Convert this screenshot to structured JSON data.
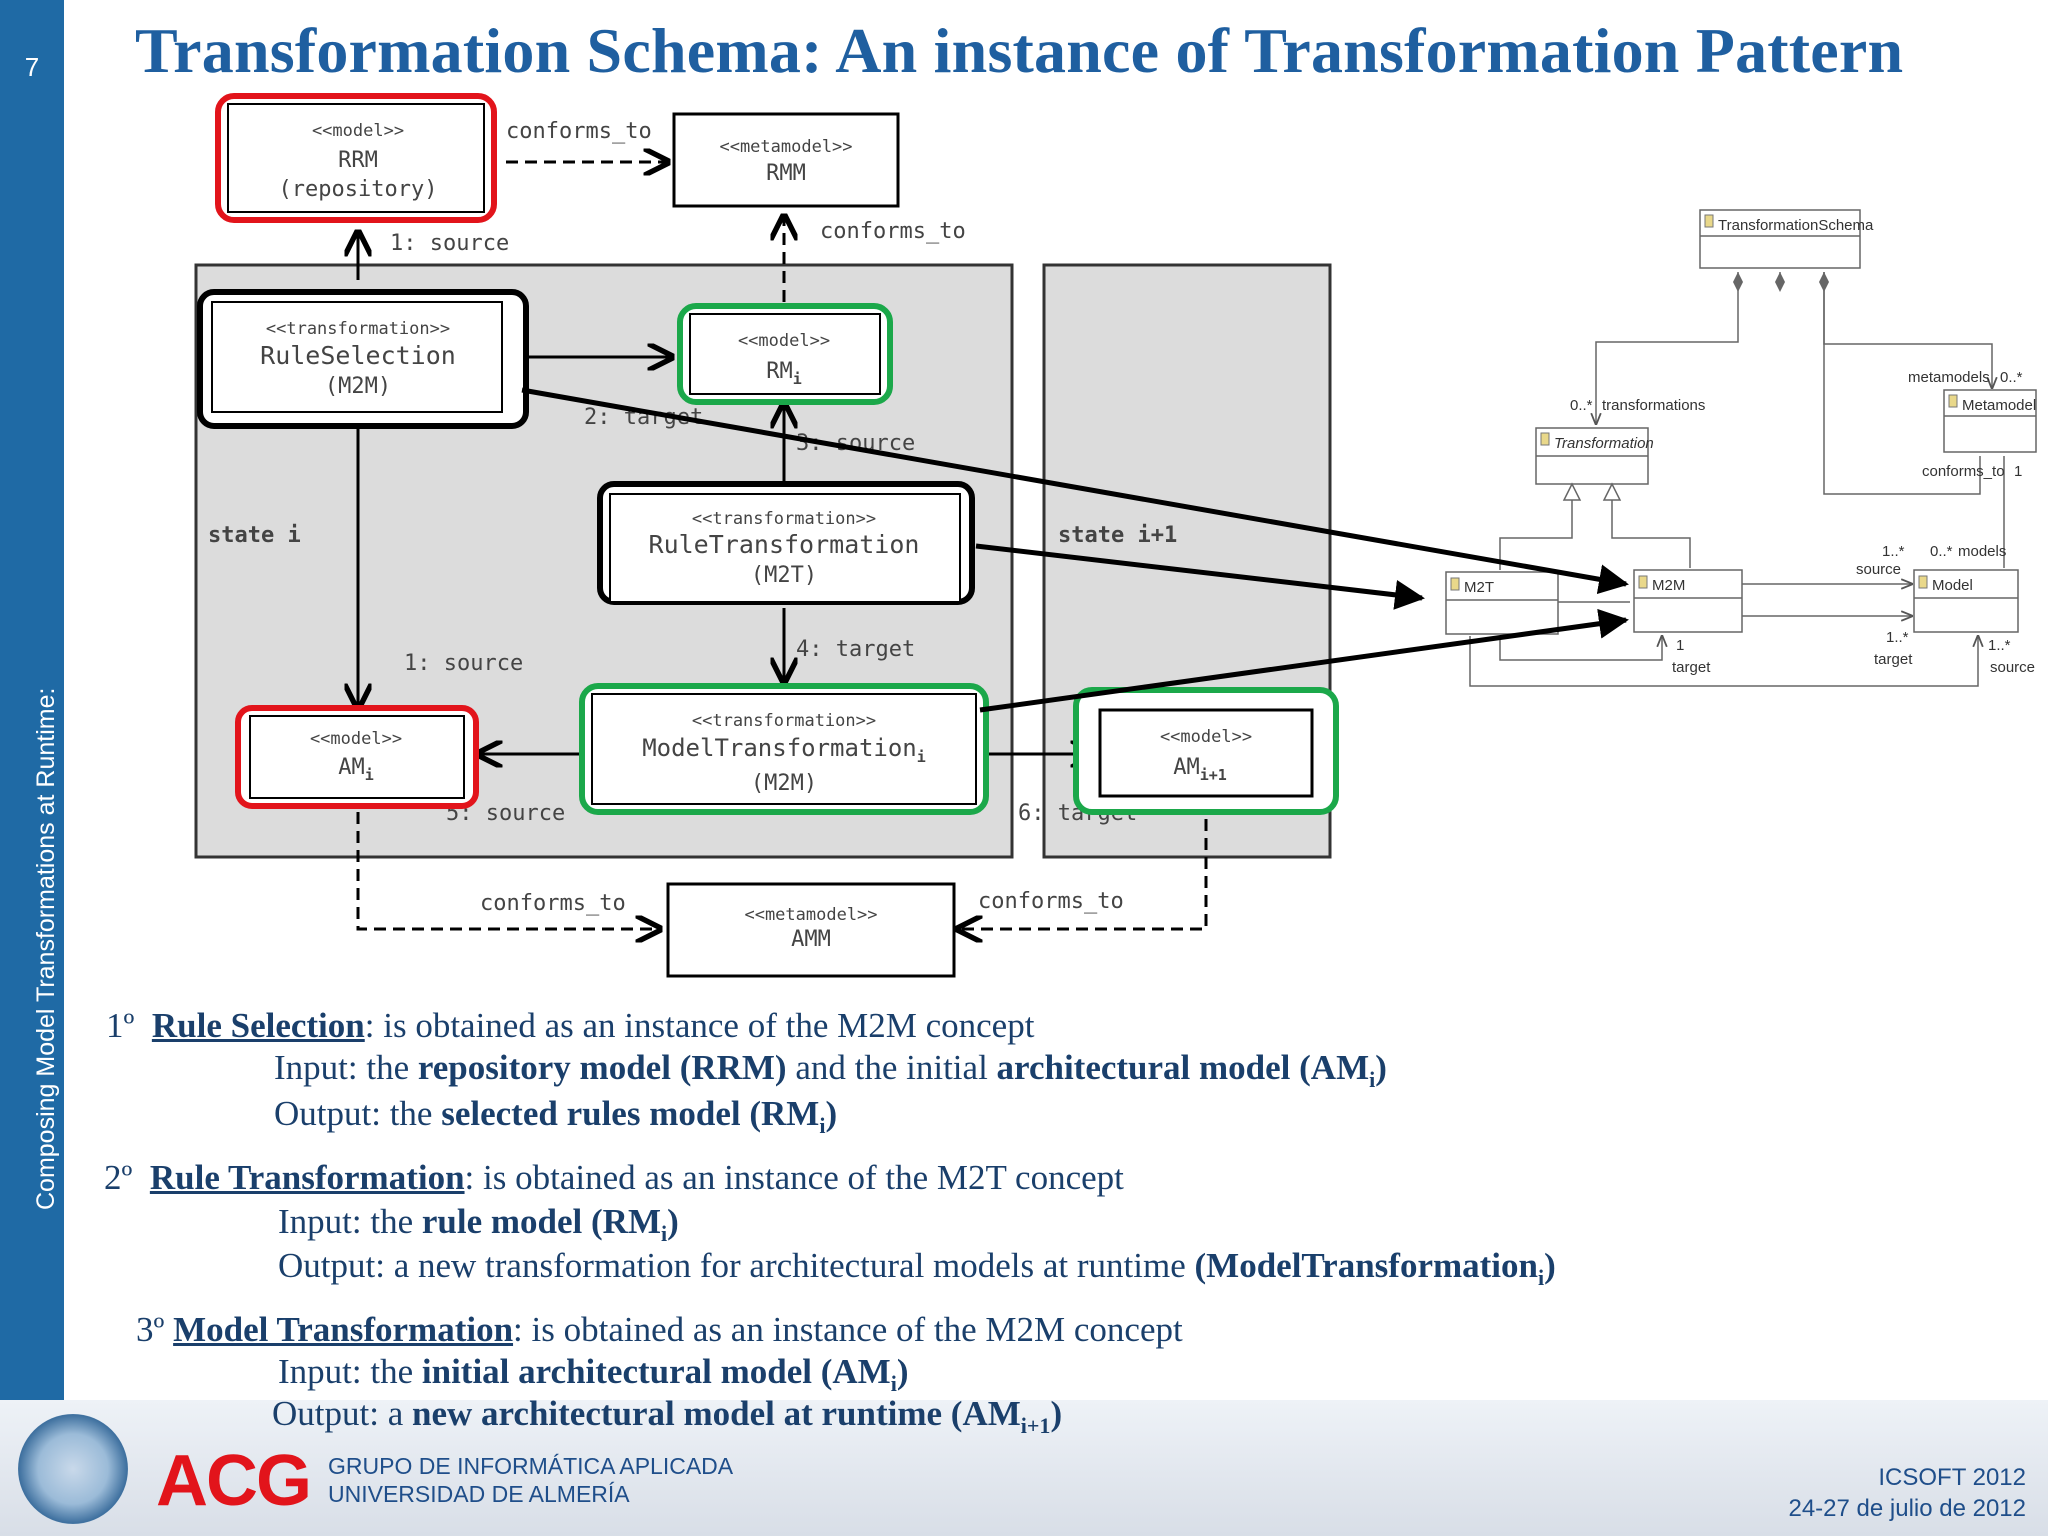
{
  "slide": {
    "number": "7",
    "side_title": "Composing Model Transformations at Runtime:",
    "title": "Transformation Schema: An instance of Transformation Pattern"
  },
  "diagram": {
    "rrm": {
      "stereo": "<<model>>",
      "name": "RRM",
      "sub": "(repository)"
    },
    "rmm": {
      "stereo": "<<metamodel>>",
      "name": "RMM"
    },
    "ruleselection": {
      "stereo": "<<transformation>>",
      "name": "RuleSelection",
      "sub": "(M2M)"
    },
    "rm": {
      "stereo": "<<model>>",
      "name": "RM",
      "idx": "i"
    },
    "ruletransformation": {
      "stereo": "<<transformation>>",
      "name": "RuleTransformation",
      "sub": "(M2T)"
    },
    "ami": {
      "stereo": "<<model>>",
      "name": "AM",
      "idx": "i"
    },
    "modeltransformation": {
      "stereo": "<<transformation>>",
      "name": "ModelTransformation",
      "idx": "i",
      "sub": "(M2M)"
    },
    "ami1": {
      "stereo": "<<model>>",
      "name": "AM",
      "idx": "i+1"
    },
    "amm": {
      "stereo": "<<metamodel>>",
      "name": "AMM"
    },
    "labels": {
      "conforms_to": "conforms_to",
      "src1_top": "1: source",
      "src1_left": "1: source",
      "target2": "2: target",
      "source3": "3: source",
      "target4": "4: target",
      "source5": "5: source",
      "target6": "6: target",
      "state_i": "state i",
      "state_i1": "state i+1"
    }
  },
  "uml": {
    "schema": "TransformationSchema",
    "transformation": "Transformation",
    "metamodel": "Metamodel",
    "m2t": "M2T",
    "m2m": "M2M",
    "model": "Model",
    "l_0star": "0..*",
    "l_transformations": "transformations",
    "l_metamodels": "metamodels",
    "l_0star_b": "0..*",
    "l_conforms": "conforms_to",
    "l_one": "1",
    "l_1star_src": "1..*",
    "l_source": "source",
    "l_0star_models": "0..*",
    "l_models": "models",
    "l_one_b": "1",
    "l_target": "target",
    "l_1star_tgt": "1..*",
    "l_target_b": "target",
    "l_1star_s": "1..*",
    "l_source_b": "source"
  },
  "steps": [
    {
      "num": "1º",
      "name": "Rule Selection",
      "desc": ": is obtained as an instance of  the M2M concept",
      "in_pre": "Input:  the ",
      "in_b1": "repository model (RRM)",
      "in_mid": " and the initial ",
      "in_b2": "architectural model (AM",
      "in_sub": "i",
      "in_end": ")",
      "out_pre": "Output:  the ",
      "out_b": "selected rules model (RM",
      "out_sub": "i",
      "out_end": ")"
    },
    {
      "num": "2º",
      "name": "Rule Transformation",
      "desc": ": is obtained as an instance of  the M2T concept",
      "in_pre": "Input:  the ",
      "in_b": "rule model (RM",
      "in_sub": "i",
      "in_end": ")",
      "out_pre": "Output:  a new transformation for architectural models at runtime ",
      "out_b": "(ModelTransformation",
      "out_sub": "i",
      "out_end": ")"
    },
    {
      "num": "3º",
      "name": "Model Transformation",
      "desc": ": is obtained as an instance of  the M2M concept",
      "in_pre": "Input:  the ",
      "in_b": "initial architectural model (AM",
      "in_sub": "i",
      "in_end": ")",
      "out_pre": "Output:  a ",
      "out_b": "new architectural model at runtime (AM",
      "out_sub": "i+1",
      "out_end": ")"
    }
  ],
  "footer": {
    "logo": "ACG",
    "group1": "GRUPO DE INFORMÁTICA APLICADA",
    "group2": "UNIVERSIDAD DE ALMERÍA",
    "conf": "ICSOFT 2012",
    "dates": "24-27 de julio de 2012"
  },
  "colors": {
    "brand": "#1f6aa5",
    "red": "#e2141b",
    "green": "#1ba84a",
    "title": "#1f5fa0"
  }
}
